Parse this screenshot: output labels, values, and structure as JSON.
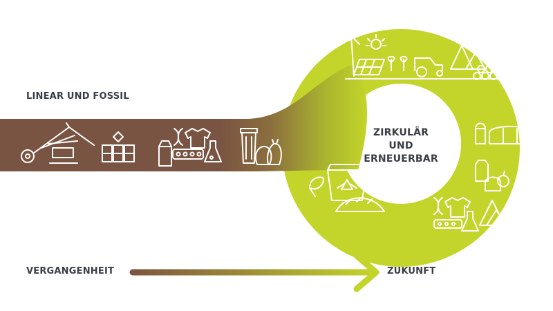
{
  "labels": {
    "linear": "LINEAR UND FOSSIL",
    "center_line1": "ZIRKULÄR",
    "center_line2": "UND",
    "center_line3": "ERNEUERBAR",
    "past": "VERGANGENHEIT",
    "future": "ZUKUNFT"
  },
  "colors": {
    "fossil_brown": "#7a5442",
    "circular_green": "#c3d52a",
    "icon_white": "#ffffff",
    "text_dark": "#3a3d45"
  },
  "icons": {
    "fossil_band": [
      "excavator-icon",
      "oil-barrels-icon",
      "dna-icon",
      "tshirt-icon",
      "pills-icon",
      "flask-icon",
      "milk-carton-icon",
      "waste-bin-icon",
      "trash-bags-icon"
    ],
    "ring_top": [
      "wind-turbine-icon",
      "sun-icon",
      "solar-panel-icon",
      "plants-icon",
      "tractor-icon",
      "trees-icon",
      "logs-icon"
    ],
    "ring_right": [
      "silo-icon",
      "greenhouse-icon",
      "milk-carton-icon",
      "bread-icon",
      "apple-icon",
      "dna-icon",
      "tshirt-icon",
      "pills-icon",
      "flask-icon",
      "heap-icon"
    ],
    "ring_left": [
      "leaf-icon",
      "recycling-container-icon",
      "compost-pile-icon"
    ]
  }
}
